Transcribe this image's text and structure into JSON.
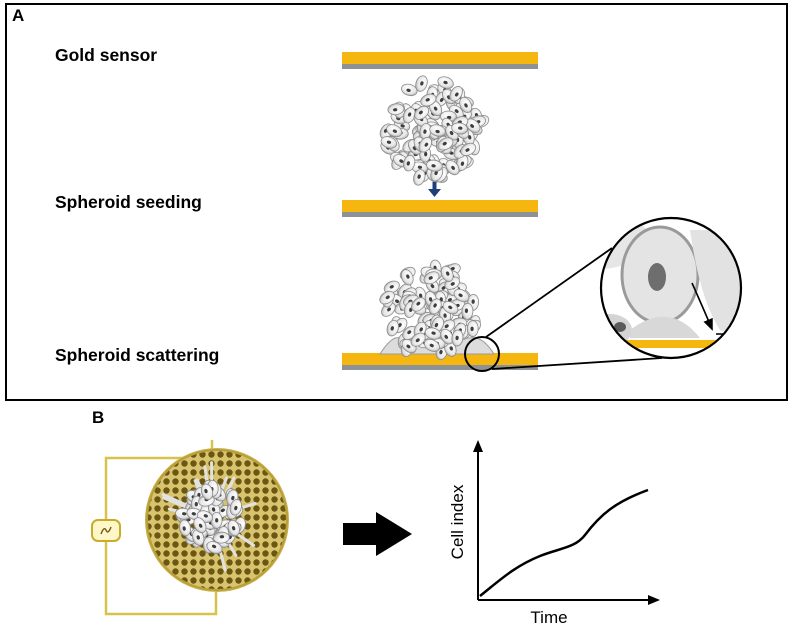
{
  "panel_a": {
    "letter": "A",
    "rows": [
      {
        "label": "Gold sensor"
      },
      {
        "label": "Spheroid seeding"
      },
      {
        "label": "Spheroid scattering"
      }
    ]
  },
  "panel_b": {
    "letter": "B",
    "graph": {
      "ylabel": "Cell index",
      "xlabel": "Time"
    }
  },
  "colors": {
    "gold": "#f5b70f",
    "substrate": "#8c9296",
    "arrow_blue": "#1f3f7a",
    "electrode_fill": "#d6c16a",
    "electrode_dots": "#6d5a12",
    "circuit_line": "#d9c24c"
  },
  "icons": {
    "cell": "cell-icon",
    "seeding_arrow": "arrow-down-icon",
    "flow_arrow": "arrow-right-icon",
    "resistor": "resistor-icon"
  }
}
